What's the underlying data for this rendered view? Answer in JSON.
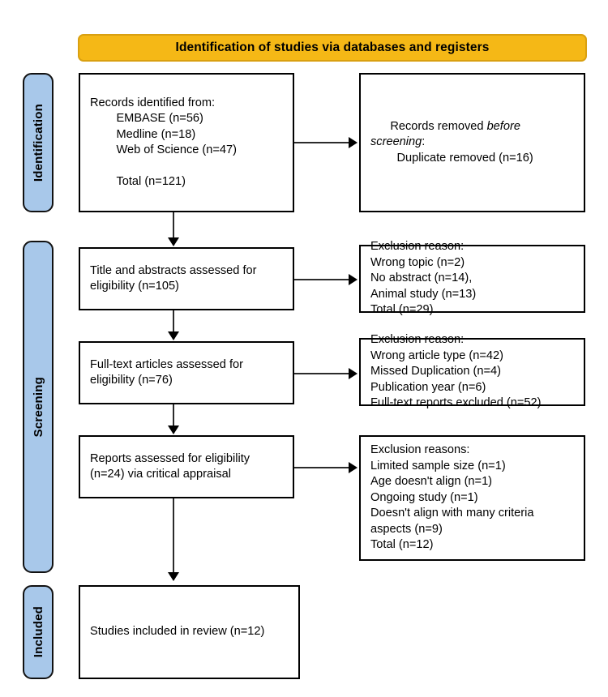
{
  "diagram": {
    "title": "PRISMA Flow Diagram",
    "section_header": "Identification of studies via databases and registers",
    "colors": {
      "header_fill": "#f5b816",
      "header_border": "#d9a011",
      "stage_fill": "#a8c8ea",
      "stage_border": "#111111",
      "box_border": "#000000",
      "connector": "#2b2b2b",
      "background": "#ffffff"
    }
  },
  "stages": [
    {
      "id": "identification",
      "label": "Identification"
    },
    {
      "id": "screening",
      "label": "Screening"
    },
    {
      "id": "included",
      "label": "Included"
    }
  ],
  "boxes": {
    "records_identified": {
      "name": "records-identified-box",
      "lines": [
        "Records identified from:",
        "        EMBASE (n=56)",
        "        Medline (n=18)",
        "        Web of Science (n=47)",
        "",
        "        Total (n=121)"
      ]
    },
    "records_removed": {
      "name": "records-removed-box",
      "prefix": "Records removed ",
      "italic": "before screening",
      "suffix": ":",
      "lines": [
        "        Duplicate removed (n=16)"
      ]
    },
    "title_abstract_screened": {
      "name": "title-abstract-screened-box",
      "lines": [
        "Title and abstracts assessed for",
        "eligibility (n=105)"
      ]
    },
    "title_abstract_excluded": {
      "name": "title-abstract-excluded-box",
      "lines": [
        "Exclusion reason:",
        "Wrong topic (n=2)",
        "No abstract (n=14),",
        "Animal study (n=13)",
        "Total (n=29)"
      ]
    },
    "fulltext_assessed": {
      "name": "fulltext-assessed-box",
      "lines": [
        "Full-text articles assessed for",
        "eligibility (n=76)"
      ]
    },
    "fulltext_excluded": {
      "name": "fulltext-excluded-box",
      "lines": [
        "Exclusion reason:",
        "Wrong article type (n=42)",
        "Missed Duplication (n=4)",
        "Publication year (n=6)",
        "Full-text reports excluded (n=52)"
      ]
    },
    "reports_assessed": {
      "name": "reports-assessed-box",
      "lines": [
        "Reports assessed for eligibility",
        "(n=24) via critical appraisal"
      ]
    },
    "reports_excluded": {
      "name": "reports-excluded-box",
      "lines": [
        "Exclusion reasons:",
        "Limited sample size (n=1)",
        "Age doesn't align (n=1)",
        "Ongoing study (n=1)",
        "Doesn't align with many criteria",
        "aspects (n=9)",
        "Total (n=12)"
      ]
    },
    "studies_included": {
      "name": "studies-included-box",
      "lines": [
        "Studies included in review (n=12)"
      ]
    }
  },
  "chart_data": {
    "type": "diagram",
    "title": "Identification of studies via databases and registers",
    "nodes": [
      {
        "id": "records_identified",
        "stage": "Identification",
        "column": "left",
        "label": "Records identified from: EMBASE (n=56), Medline (n=18), Web of Science (n=47), Total (n=121)",
        "n": 121
      },
      {
        "id": "records_removed",
        "stage": "Identification",
        "column": "right",
        "label": "Records removed before screening: Duplicate removed (n=16)",
        "n": 16
      },
      {
        "id": "title_abstract_screened",
        "stage": "Screening",
        "column": "left",
        "label": "Title and abstracts assessed for eligibility (n=105)",
        "n": 105
      },
      {
        "id": "title_abstract_excluded",
        "stage": "Screening",
        "column": "right",
        "label": "Exclusion reason: Wrong topic (n=2), No abstract (n=14), Animal study (n=13), Total (n=29)",
        "n": 29
      },
      {
        "id": "fulltext_assessed",
        "stage": "Screening",
        "column": "left",
        "label": "Full-text articles assessed for eligibility (n=76)",
        "n": 76
      },
      {
        "id": "fulltext_excluded",
        "stage": "Screening",
        "column": "right",
        "label": "Exclusion reason: Wrong article type (n=42), Missed Duplication (n=4), Publication year (n=6), Full-text reports excluded (n=52)",
        "n": 52
      },
      {
        "id": "reports_assessed",
        "stage": "Screening",
        "column": "left",
        "label": "Reports assessed for eligibility (n=24) via critical appraisal",
        "n": 24
      },
      {
        "id": "reports_excluded",
        "stage": "Screening",
        "column": "right",
        "label": "Exclusion reasons: Limited sample size (n=1), Age doesn't align (n=1), Ongoing study (n=1), Doesn't align with many criteria aspects (n=9), Total (n=12)",
        "n": 12
      },
      {
        "id": "studies_included",
        "stage": "Included",
        "column": "left",
        "label": "Studies included in review (n=12)",
        "n": 12
      }
    ],
    "edges": [
      {
        "from": "records_identified",
        "to": "records_removed",
        "direction": "right"
      },
      {
        "from": "records_identified",
        "to": "title_abstract_screened",
        "direction": "down"
      },
      {
        "from": "title_abstract_screened",
        "to": "title_abstract_excluded",
        "direction": "right"
      },
      {
        "from": "title_abstract_screened",
        "to": "fulltext_assessed",
        "direction": "down"
      },
      {
        "from": "fulltext_assessed",
        "to": "fulltext_excluded",
        "direction": "right"
      },
      {
        "from": "fulltext_assessed",
        "to": "reports_assessed",
        "direction": "down"
      },
      {
        "from": "reports_assessed",
        "to": "reports_excluded",
        "direction": "right"
      },
      {
        "from": "reports_assessed",
        "to": "studies_included",
        "direction": "down"
      }
    ]
  }
}
